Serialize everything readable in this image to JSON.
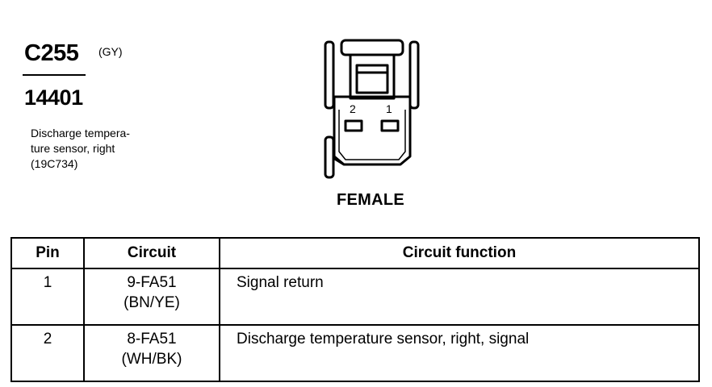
{
  "connector": {
    "id": "C255",
    "color_code": "(GY)",
    "part_number": "14401",
    "description_lines": [
      "Discharge tempera-",
      "ture sensor, right",
      "(19C734)"
    ]
  },
  "diagram": {
    "terminal_labels": [
      "2",
      "1"
    ],
    "gender": "FEMALE"
  },
  "table": {
    "headers": {
      "pin": "Pin",
      "circuit": "Circuit",
      "function": "Circuit function"
    },
    "rows": [
      {
        "pin": "1",
        "circuit": "9-FA51",
        "wire_color": "(BN/YE)",
        "function": "Signal return"
      },
      {
        "pin": "2",
        "circuit": "8-FA51",
        "wire_color": "(WH/BK)",
        "function": "Discharge temperature sensor, right, signal"
      }
    ]
  }
}
